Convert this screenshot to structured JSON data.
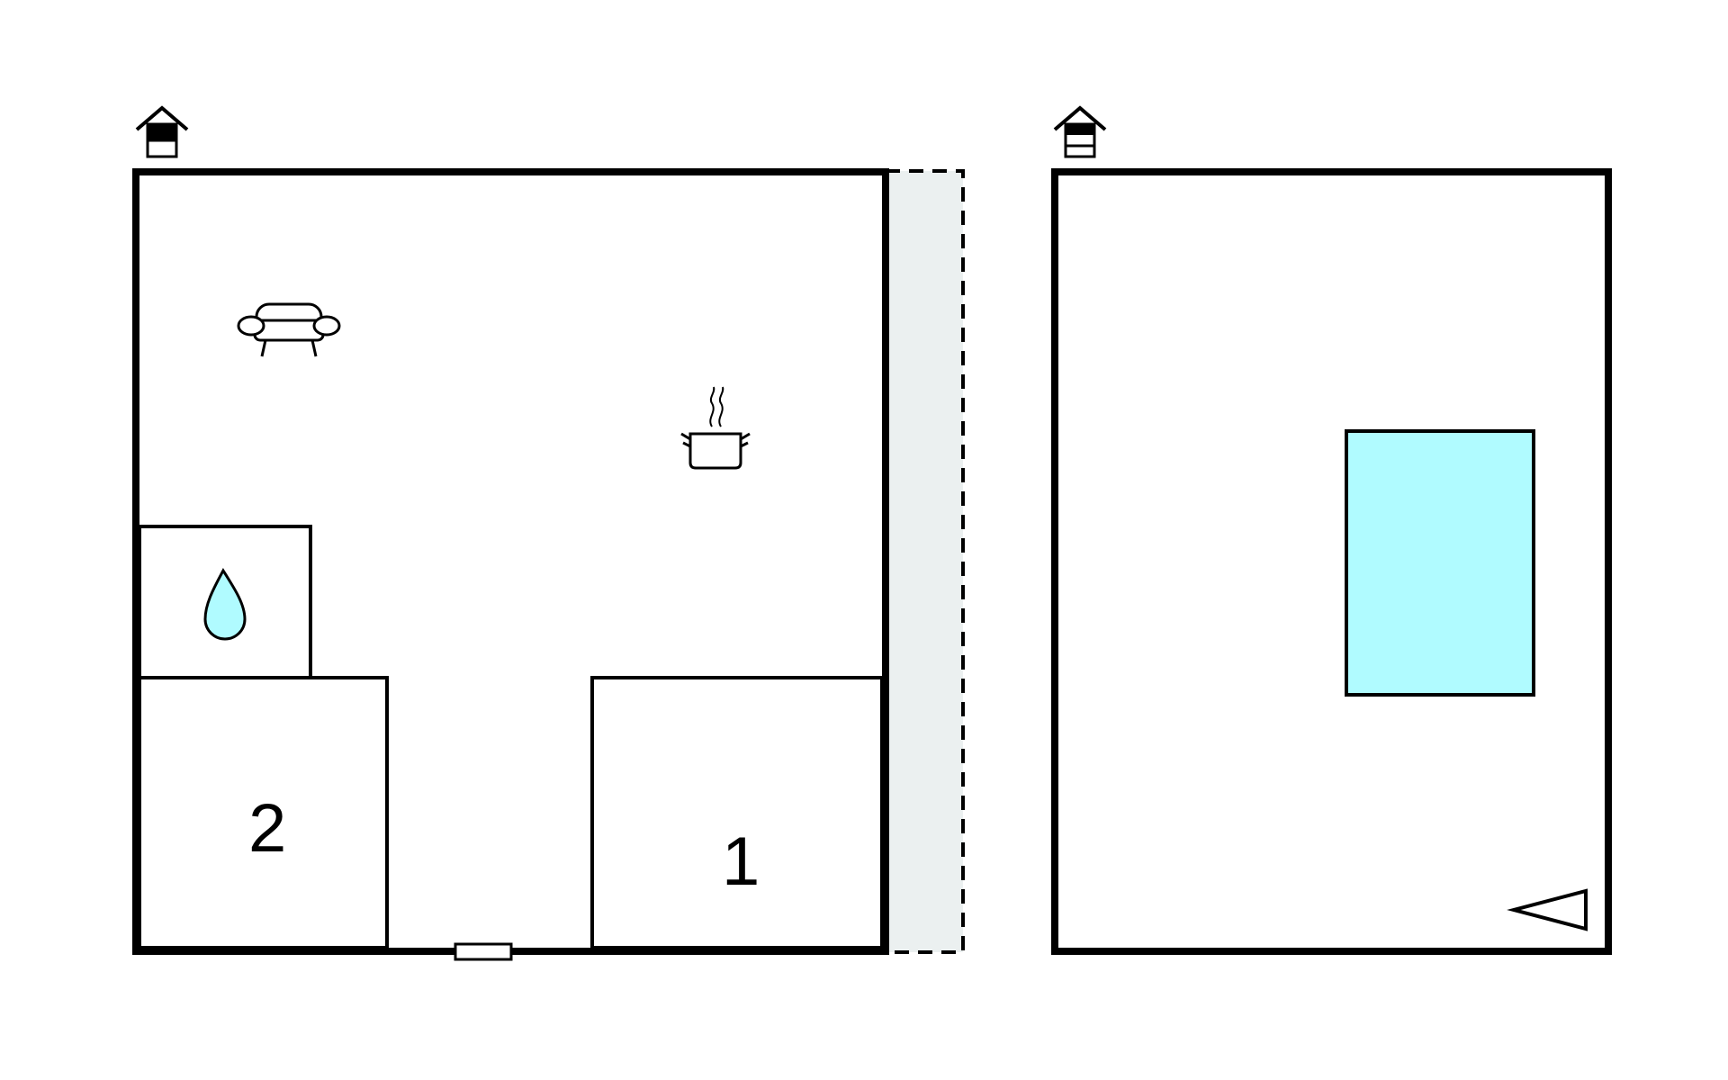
{
  "floor_plan": {
    "ground_floor": {
      "level_icon": "house-ground-floor-icon",
      "rooms": [
        {
          "number": "1",
          "type": "bedroom"
        },
        {
          "number": "2",
          "type": "bedroom"
        }
      ],
      "icons": [
        "sofa-icon",
        "cooking-pot-icon",
        "water-drop-icon",
        "door-icon"
      ],
      "terrace": "dashed-terrace-area"
    },
    "upper_floor": {
      "level_icon": "house-upper-floor-icon",
      "icons": [
        "pool-icon",
        "stairs-arrow-icon"
      ]
    },
    "colors": {
      "wall": "#000000",
      "terrace_fill": "#ebf0f0",
      "water": "#b0fbff",
      "background": "#ffffff"
    }
  }
}
